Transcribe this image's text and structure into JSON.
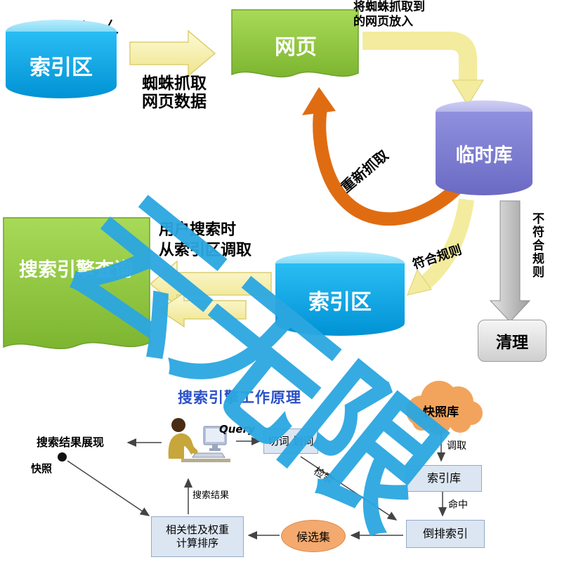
{
  "colors": {
    "cyan": "#00aeef",
    "purple": "#8585d6",
    "green": "#8cc63f",
    "yellow": "#f5eea2",
    "orange": "#e06c12",
    "gray": "#c0c0c0",
    "salmon": "#f2a45c",
    "panel_blue": "#dce6f2",
    "watermark_blue": "#2ba7e1",
    "title_blue": "#2b50c8"
  },
  "watermark": {
    "text": "云无限"
  },
  "icons": {
    "spider": "spider-icon",
    "person": "user-at-computer-icon",
    "cloud": "snapshot-cloud"
  },
  "top": {
    "index_db1": "索引区",
    "webpage": "网页",
    "temp_db": "临时库",
    "index_db2": "索引区",
    "query_page": "搜索引擎查询",
    "clean": "清理",
    "crawl_line1": "蜘蛛抓取",
    "crawl_line2": "网页数据",
    "to_temp_line1": "将蜘蛛抓取到",
    "to_temp_line2": "的网页放入",
    "recrawl": "重新抓取",
    "match": "符合规则",
    "no_match": "不符合规则",
    "query_line1": "用户搜索时",
    "query_line2": "从索引区调取"
  },
  "bottom": {
    "title": "搜索引擎工作原理",
    "snapshot_db": "快照库",
    "query": "Query",
    "segment": "切词 划词",
    "index_db": "索引库",
    "inverted_index": "倒排索引",
    "candidates": "候选集",
    "rank_line1": "相关性及权重",
    "rank_line2": "计算排序",
    "retrieve": "检索",
    "fetch": "调取",
    "hit": "命中",
    "result": "搜索结果",
    "display": "搜索结果展现",
    "snapshot": "快照"
  }
}
